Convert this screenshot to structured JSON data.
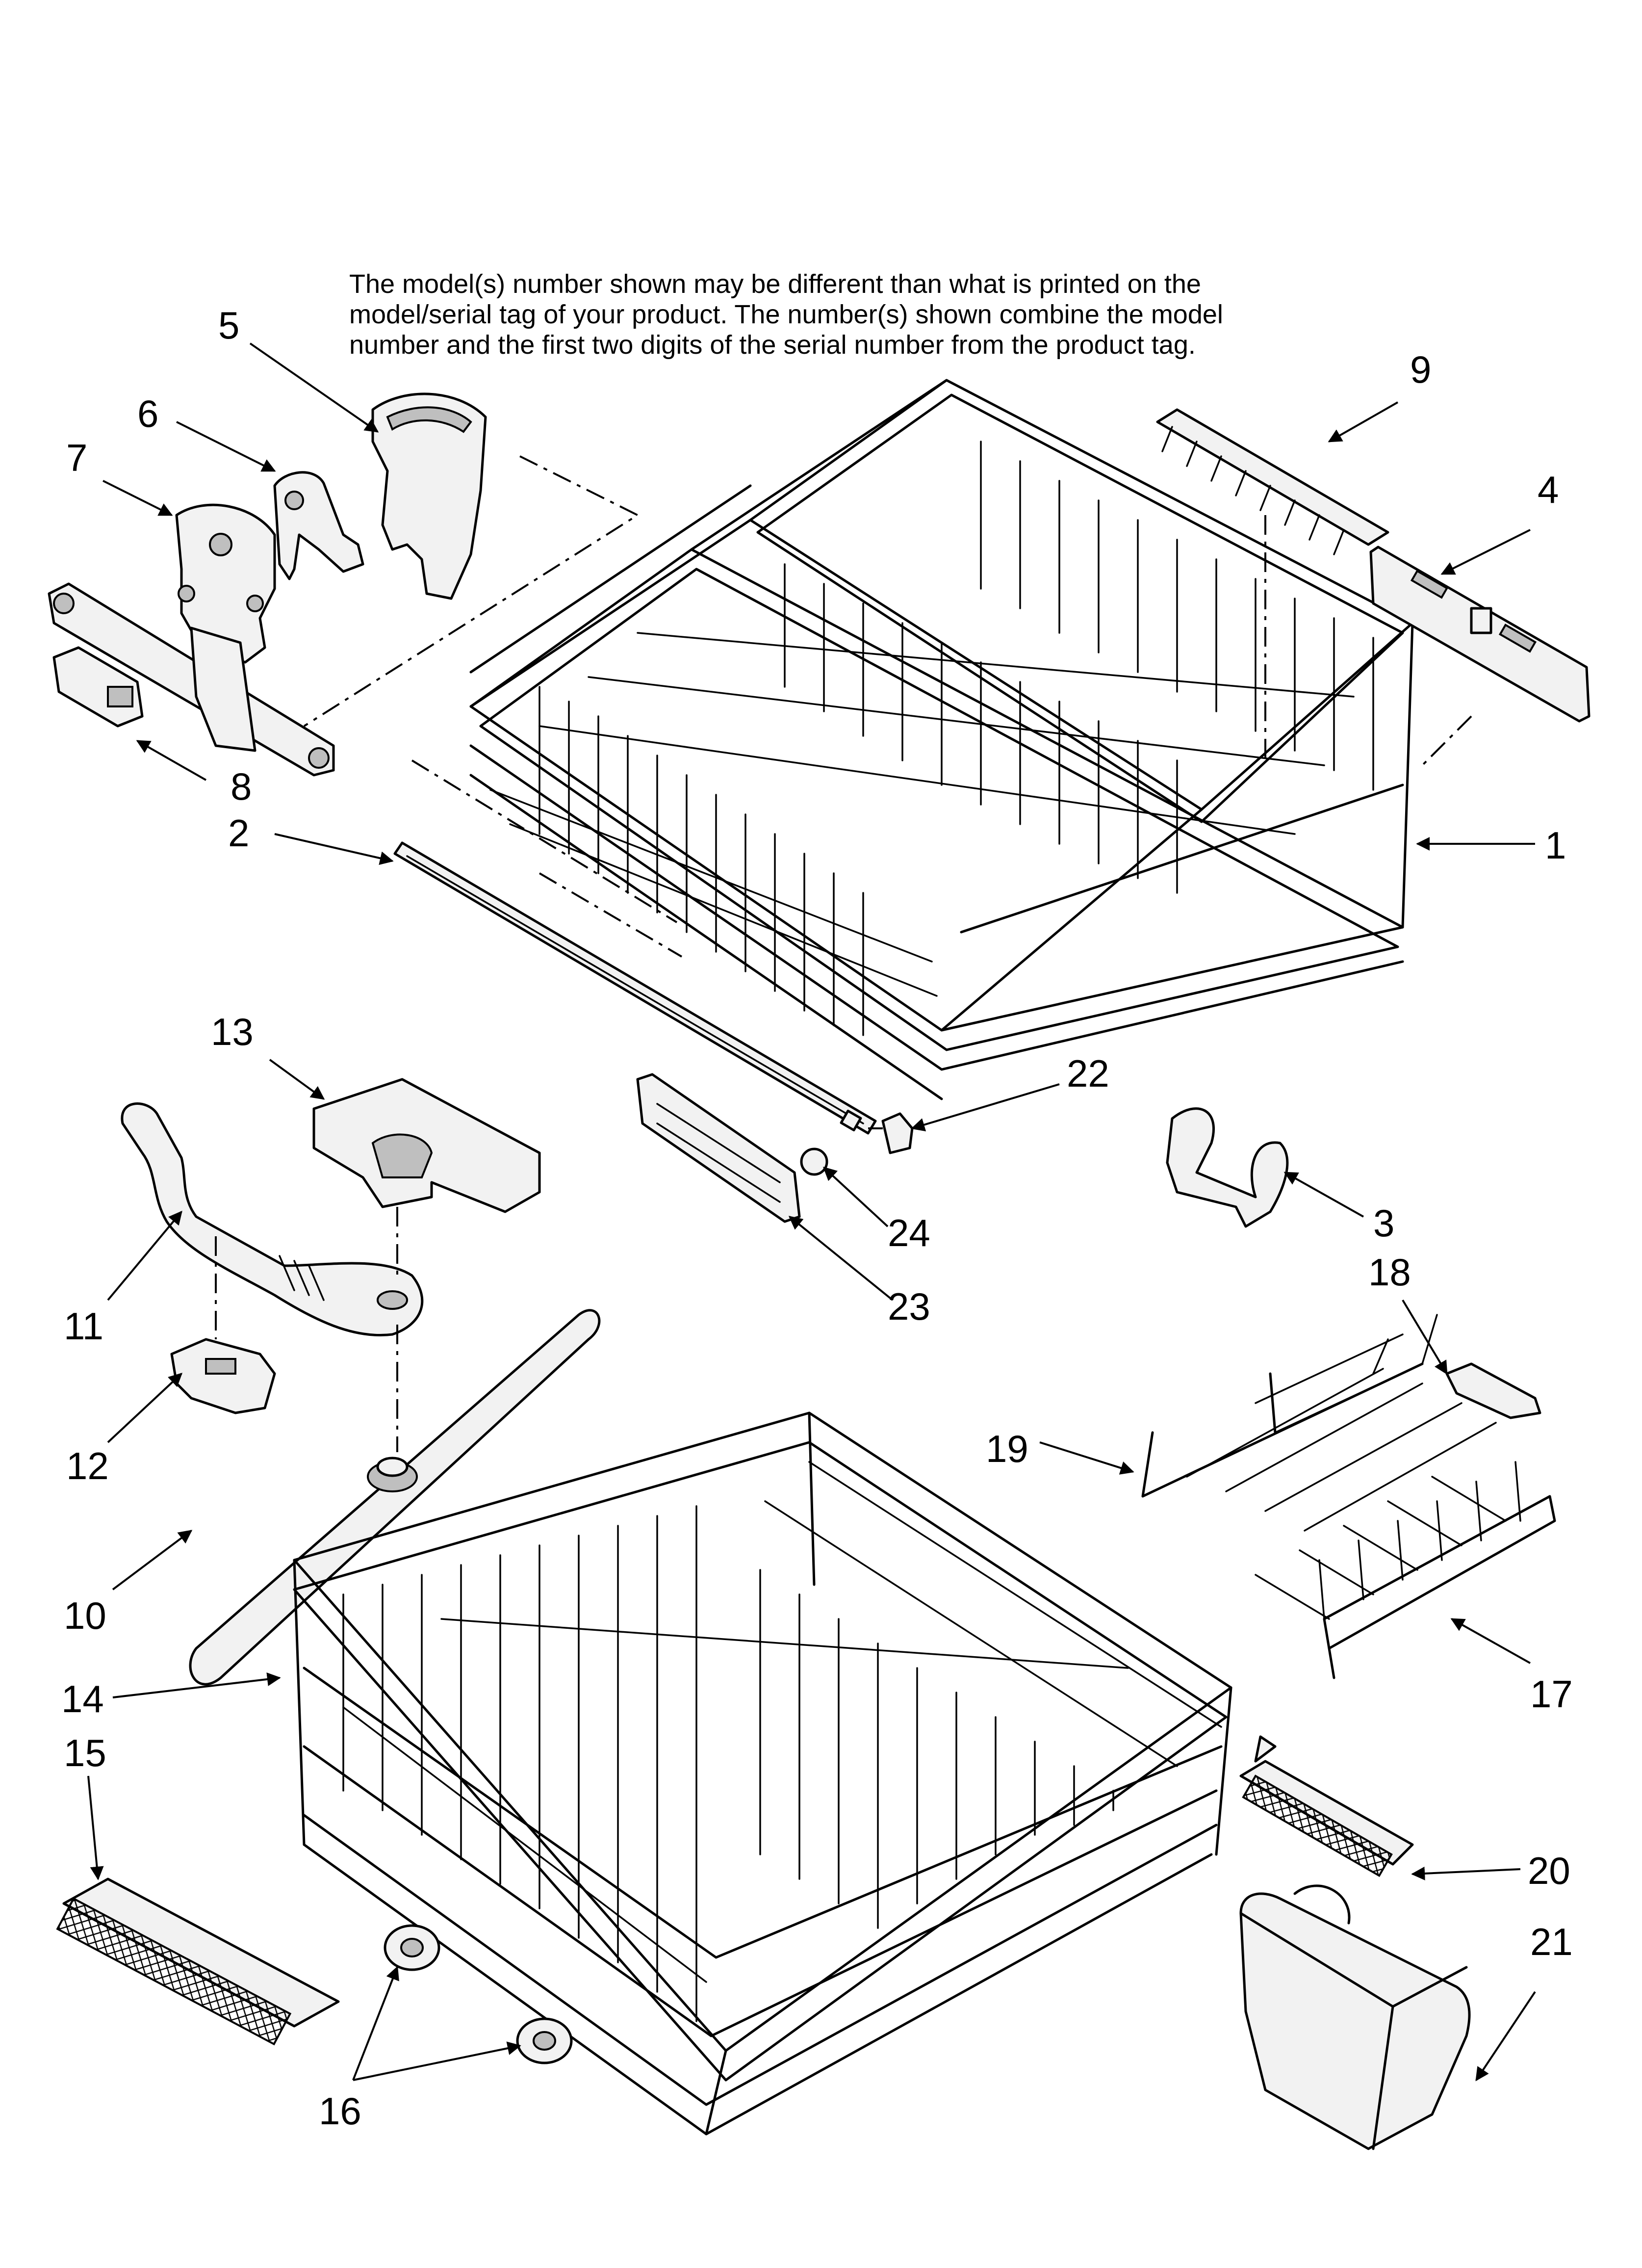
{
  "note_lines": [
    "The model(s) number shown may be different than what is printed on the",
    "model/serial tag of your product. The number(s) shown combine the model",
    "number and the first two digits of the serial number from the product tag."
  ],
  "callouts": {
    "c1": "1",
    "c2": "2",
    "c3": "3",
    "c4": "4",
    "c5": "5",
    "c6": "6",
    "c7": "7",
    "c8": "8",
    "c9": "9",
    "c10": "10",
    "c11": "11",
    "c12": "12",
    "c13": "13",
    "c14": "14",
    "c15": "15",
    "c16": "16",
    "c17": "17",
    "c18": "18",
    "c19": "19",
    "c20": "20",
    "c21": "21",
    "c22": "22",
    "c23": "23",
    "c24": "24"
  }
}
